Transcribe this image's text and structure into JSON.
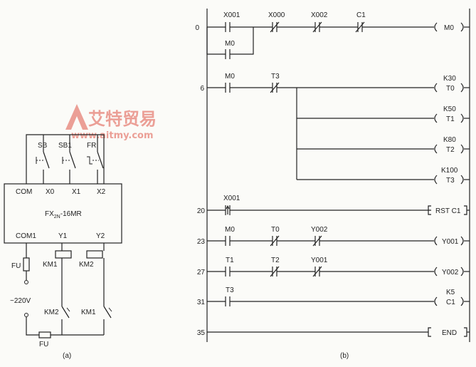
{
  "watermark": {
    "brand": "艾特贸易",
    "url": "www.aitmy.com",
    "logo_letter": "A"
  },
  "panel_a": {
    "caption": "(a)",
    "switches": [
      "SB",
      "SB1",
      "FR"
    ],
    "inputs": [
      "COM",
      "X0",
      "X1",
      "X2"
    ],
    "plc_model": "FX2N-16MR",
    "plc_model_base": "FX",
    "plc_model_sub": "2N",
    "plc_model_tail": "-16MR",
    "outputs": [
      "COM1",
      "Y1",
      "Y2"
    ],
    "fuse_top": "FU",
    "fuse_bottom": "FU",
    "supply": "~220V",
    "coils": [
      "KM1",
      "KM2"
    ],
    "interlocks": [
      "KM2",
      "KM1"
    ]
  },
  "panel_b": {
    "caption": "(b)",
    "rungs": [
      {
        "step": "0",
        "contacts": [
          "X001",
          "X000",
          "X002",
          "C1"
        ],
        "parallel": "M0",
        "output": "M0"
      },
      {
        "step": "6",
        "contacts": [
          "M0",
          "T3"
        ],
        "outputs": [
          {
            "label": "T0",
            "value": "K30"
          },
          {
            "label": "T1",
            "value": "K50"
          },
          {
            "label": "T2",
            "value": "K80"
          },
          {
            "label": "T3",
            "value": "K100"
          }
        ]
      },
      {
        "step": "20",
        "contacts": [
          "X001"
        ],
        "output": "RST C1"
      },
      {
        "step": "23",
        "contacts": [
          "M0",
          "T0",
          "Y002"
        ],
        "output": "Y001"
      },
      {
        "step": "27",
        "contacts": [
          "T1",
          "T2",
          "Y001"
        ],
        "output": "Y002"
      },
      {
        "step": "31",
        "contacts": [
          "T3"
        ],
        "output": "C1",
        "value": "K5"
      },
      {
        "step": "35",
        "output": "END"
      }
    ]
  }
}
